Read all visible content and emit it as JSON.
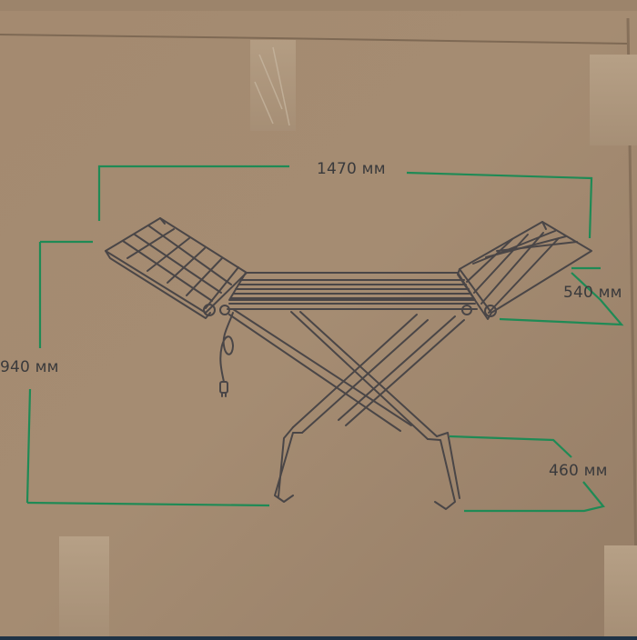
{
  "photo": {
    "subject": "cardboard-box-side",
    "colors": {
      "cardboard": "#a58c72",
      "cardboard_dark": "#8e7760",
      "tape": "#b19a80",
      "print": "#4a4647",
      "dimension_lines": "#1f8a55",
      "background": "#1f3346"
    }
  },
  "dimensions": {
    "width": "1470 мм",
    "height": "940 мм",
    "wing": "540 мм",
    "depth": "460 мм"
  }
}
